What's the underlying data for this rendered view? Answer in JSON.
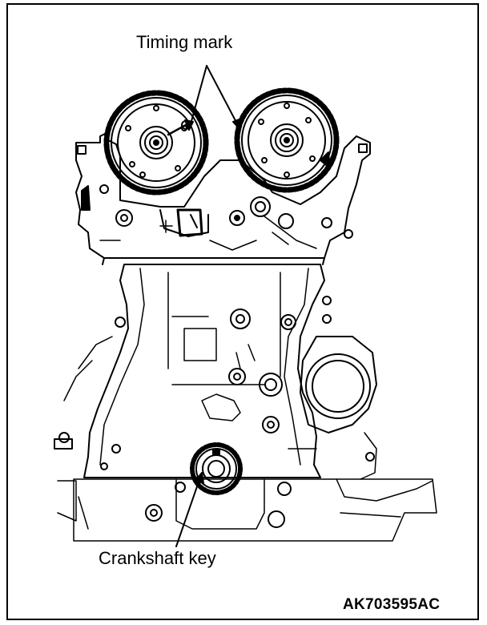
{
  "labels": {
    "timing_mark": "Timing mark",
    "crankshaft_key": "Crankshaft key",
    "figure_code": "AK703595AC"
  }
}
